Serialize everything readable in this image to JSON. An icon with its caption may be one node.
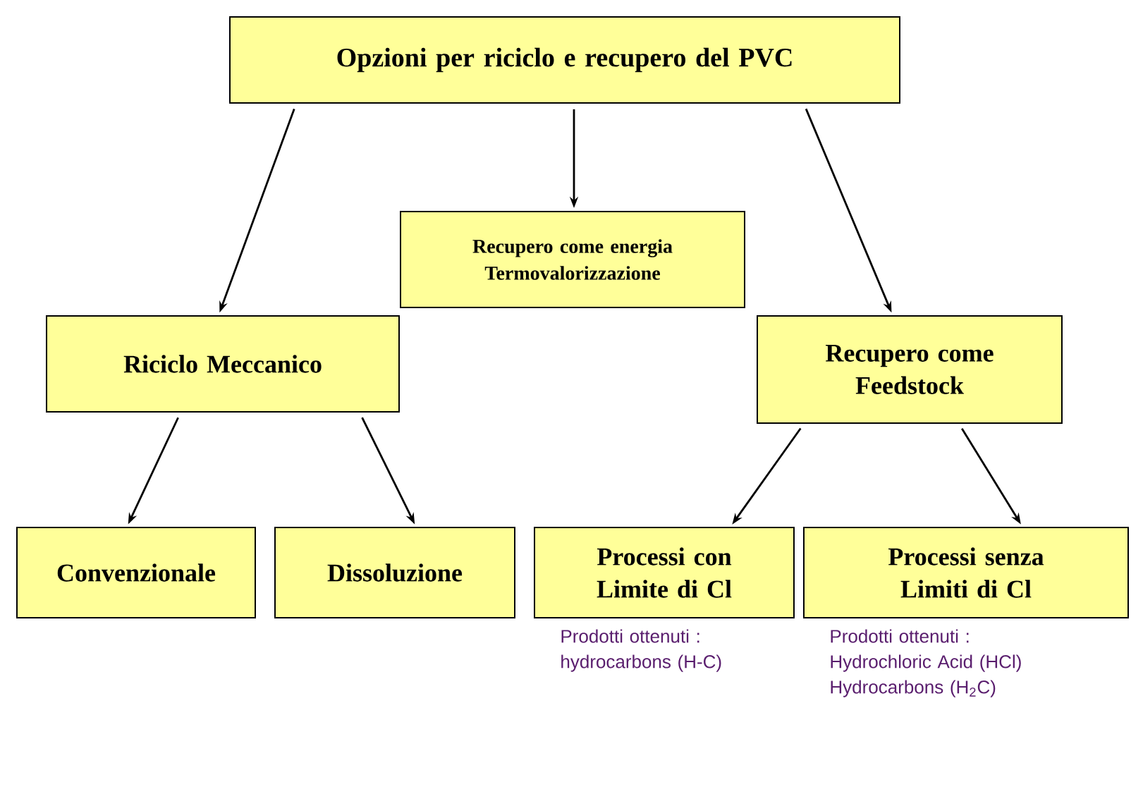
{
  "diagram": {
    "nodes": [
      {
        "text": [
          "Opzioni per riciclo e recupero del PVC"
        ]
      },
      {
        "text": [
          "Recupero come energia Termovalorizzazione"
        ]
      },
      {
        "text": [
          "Riciclo Meccanico"
        ]
      },
      {
        "text": [
          "Recupero come Feedstock"
        ]
      },
      {
        "text": [
          "Convenzionale"
        ]
      },
      {
        "text": [
          "Dissoluzione"
        ]
      },
      {
        "text": [
          "Processi con Limite di Cl"
        ],
        "beside": [
          "Prodotti ottenuti : hydrocarbons (H-C)"
        ]
      },
      {
        "text": [
          "Processi senza Limiti di Cl"
        ],
        "beside": [
          "Prodotti ottenuti : Hydrochloric Acid (HCl) Hydrocarbons (H$_{2}$C)"
        ]
      }
    ],
    "edges": [
      {
        "from": 0,
        "to": 2,
        "arrow": "to"
      },
      {
        "from": 0,
        "to": 1,
        "arrow": "to"
      },
      {
        "from": 0,
        "to": 3,
        "arrow": "to"
      },
      {
        "from": 2,
        "to": 4,
        "arrow": "to"
      },
      {
        "from": 2,
        "to": 5,
        "arrow": "to"
      },
      {
        "from": 3,
        "to": 6,
        "arrow": "to"
      },
      {
        "from": 3,
        "to": 7,
        "arrow": "to"
      }
    ]
  }
}
